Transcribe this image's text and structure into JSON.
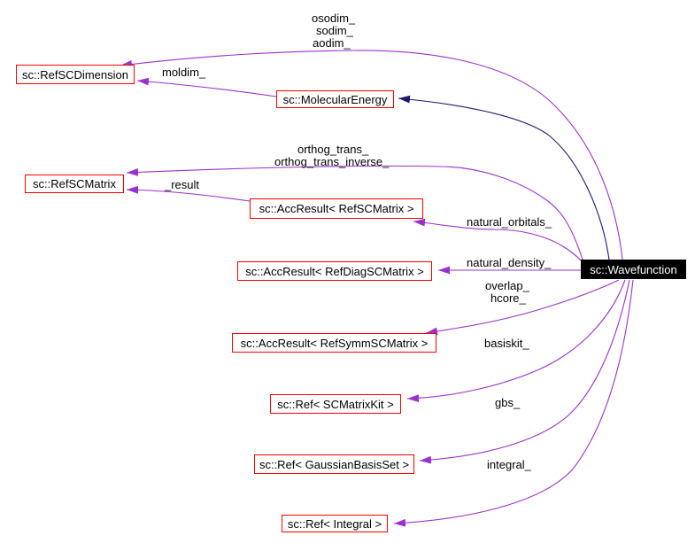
{
  "diagram": {
    "title": "sc::Wavefunction collaboration diagram",
    "colors": {
      "usage_edge": "#9932cc",
      "inheritance_edge": "#191970",
      "node_border": "#ff0000",
      "node_background": "#ffffff",
      "node_text": "#000000",
      "main_node_background": "#000000",
      "main_node_text": "#ffffff"
    },
    "nodes": [
      {
        "label": "sc::RefSCDimension"
      },
      {
        "label": "sc::MolecularEnergy"
      },
      {
        "label": "sc::RefSCMatrix"
      },
      {
        "label": "sc::AccResult< RefSCMatrix >"
      },
      {
        "label": "sc::AccResult< RefDiagSCMatrix >"
      },
      {
        "label": "sc::AccResult< RefSymmSCMatrix >"
      },
      {
        "label": "sc::Ref< SCMatrixKit >"
      },
      {
        "label": "sc::Ref< GaussianBasisSet >"
      },
      {
        "label": "sc::Ref< Integral >"
      },
      {
        "label": "sc::Wavefunction"
      }
    ],
    "edge_labels": [
      {
        "text": "osodim_"
      },
      {
        "text": "sodim_"
      },
      {
        "text": "aodim_"
      },
      {
        "text": "moldim_"
      },
      {
        "text": "orthog_trans_"
      },
      {
        "text": "orthog_trans_inverse_"
      },
      {
        "text": "_result"
      },
      {
        "text": "natural_orbitals_"
      },
      {
        "text": "natural_density_"
      },
      {
        "text": "overlap_"
      },
      {
        "text": "hcore_"
      },
      {
        "text": "basiskit_"
      },
      {
        "text": "gbs_"
      },
      {
        "text": "integral_"
      }
    ],
    "edges": [
      {
        "from": "sc::Wavefunction",
        "to": "sc::RefSCDimension",
        "labels": [
          "osodim_",
          "sodim_",
          "aodim_"
        ],
        "kind": "usage"
      },
      {
        "from": "sc::MolecularEnergy",
        "to": "sc::RefSCDimension",
        "labels": [
          "moldim_"
        ],
        "kind": "usage"
      },
      {
        "from": "sc::Wavefunction",
        "to": "sc::MolecularEnergy",
        "labels": [],
        "kind": "inheritance"
      },
      {
        "from": "sc::Wavefunction",
        "to": "sc::RefSCMatrix",
        "labels": [
          "orthog_trans_",
          "orthog_trans_inverse_"
        ],
        "kind": "usage"
      },
      {
        "from": "sc::AccResult< RefSCMatrix >",
        "to": "sc::RefSCMatrix",
        "labels": [
          "_result"
        ],
        "kind": "usage"
      },
      {
        "from": "sc::Wavefunction",
        "to": "sc::AccResult< RefSCMatrix >",
        "labels": [
          "natural_orbitals_"
        ],
        "kind": "usage"
      },
      {
        "from": "sc::Wavefunction",
        "to": "sc::AccResult< RefDiagSCMatrix >",
        "labels": [
          "natural_density_"
        ],
        "kind": "usage"
      },
      {
        "from": "sc::Wavefunction",
        "to": "sc::AccResult< RefSymmSCMatrix >",
        "labels": [
          "overlap_",
          "hcore_"
        ],
        "kind": "usage"
      },
      {
        "from": "sc::Wavefunction",
        "to": "sc::Ref< SCMatrixKit >",
        "labels": [
          "basiskit_"
        ],
        "kind": "usage"
      },
      {
        "from": "sc::Wavefunction",
        "to": "sc::Ref< GaussianBasisSet >",
        "labels": [
          "gbs_"
        ],
        "kind": "usage"
      },
      {
        "from": "sc::Wavefunction",
        "to": "sc::Ref< Integral >",
        "labels": [
          "integral_"
        ],
        "kind": "usage"
      }
    ]
  }
}
